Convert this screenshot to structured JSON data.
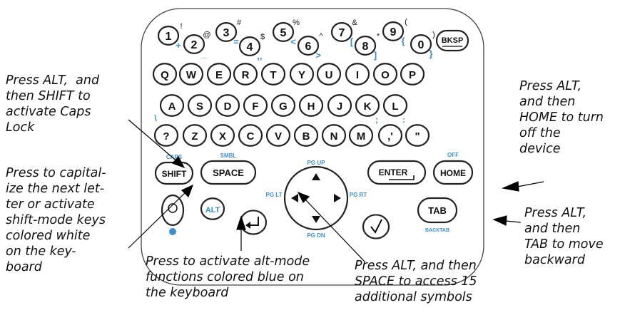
{
  "annotations": {
    "caps_lock": "Press ALT,  and\nthen SHIFT to\nactivate Caps\nLock",
    "capitalize": "Press to capital-\nize the next let-\nter or activate\nshift-mode keys\ncolored white\non the key-\nboard",
    "alt_mode": "Press to activate alt-mode\nfunctions colored blue on\nthe keyboard",
    "symbols": "Press ALT, and then\nSPACE to access 15\nadditional symbols",
    "turn_off": "Press ALT,\nand then\nHOME to turn\noff the\ndevice",
    "backward": "Press ALT,\nand then\nTAB to move\nbackward"
  },
  "keyboard": {
    "number_row": [
      {
        "label": "1",
        "shift": "!",
        "alt": "+"
      },
      {
        "label": "2",
        "shift": "@",
        "alt": "_"
      },
      {
        "label": "3",
        "shift": "#",
        "alt": "="
      },
      {
        "label": "4",
        "shift": "$",
        "alt": ",,"
      },
      {
        "label": "5",
        "shift": "%",
        "alt": "<"
      },
      {
        "label": "6",
        "shift": "^",
        "alt": ">"
      },
      {
        "label": "7",
        "shift": "&",
        "alt": "["
      },
      {
        "label": "8",
        "shift": "*",
        "alt": "]"
      },
      {
        "label": "9",
        "shift": "(",
        "alt": "{"
      },
      {
        "label": "0",
        "shift": ")",
        "alt": "}"
      }
    ],
    "bksp": "BKSP",
    "row_q": [
      "Q",
      "W",
      "E",
      "R",
      "T",
      "Y",
      "U",
      "I",
      "O",
      "P"
    ],
    "row_a": [
      "A",
      "S",
      "D",
      "F",
      "G",
      "H",
      "J",
      "K",
      "L"
    ],
    "row_a_alt": [
      "\\",
      ";",
      ":"
    ],
    "row_z": [
      "?",
      "Z",
      "X",
      "C",
      "V",
      "B",
      "N",
      "M",
      ",'",
      "\""
    ],
    "shift": "SHIFT",
    "shift_top": "CAPS",
    "space": "SPACE",
    "space_top": "SMBL",
    "enter": "ENTER",
    "home": "HOME",
    "home_top": "OFF",
    "alt": "ALT",
    "tab": "TAB",
    "tab_sub": "BACKTAB",
    "pg_up": "PG UP",
    "pg_dn": "PG DN",
    "pg_lt": "PG LT",
    "pg_rt": "PG RT"
  },
  "colors": {
    "key_outline": "#222222",
    "alt_blue": "#3b8fd0",
    "key_fill": "#ffffff"
  }
}
